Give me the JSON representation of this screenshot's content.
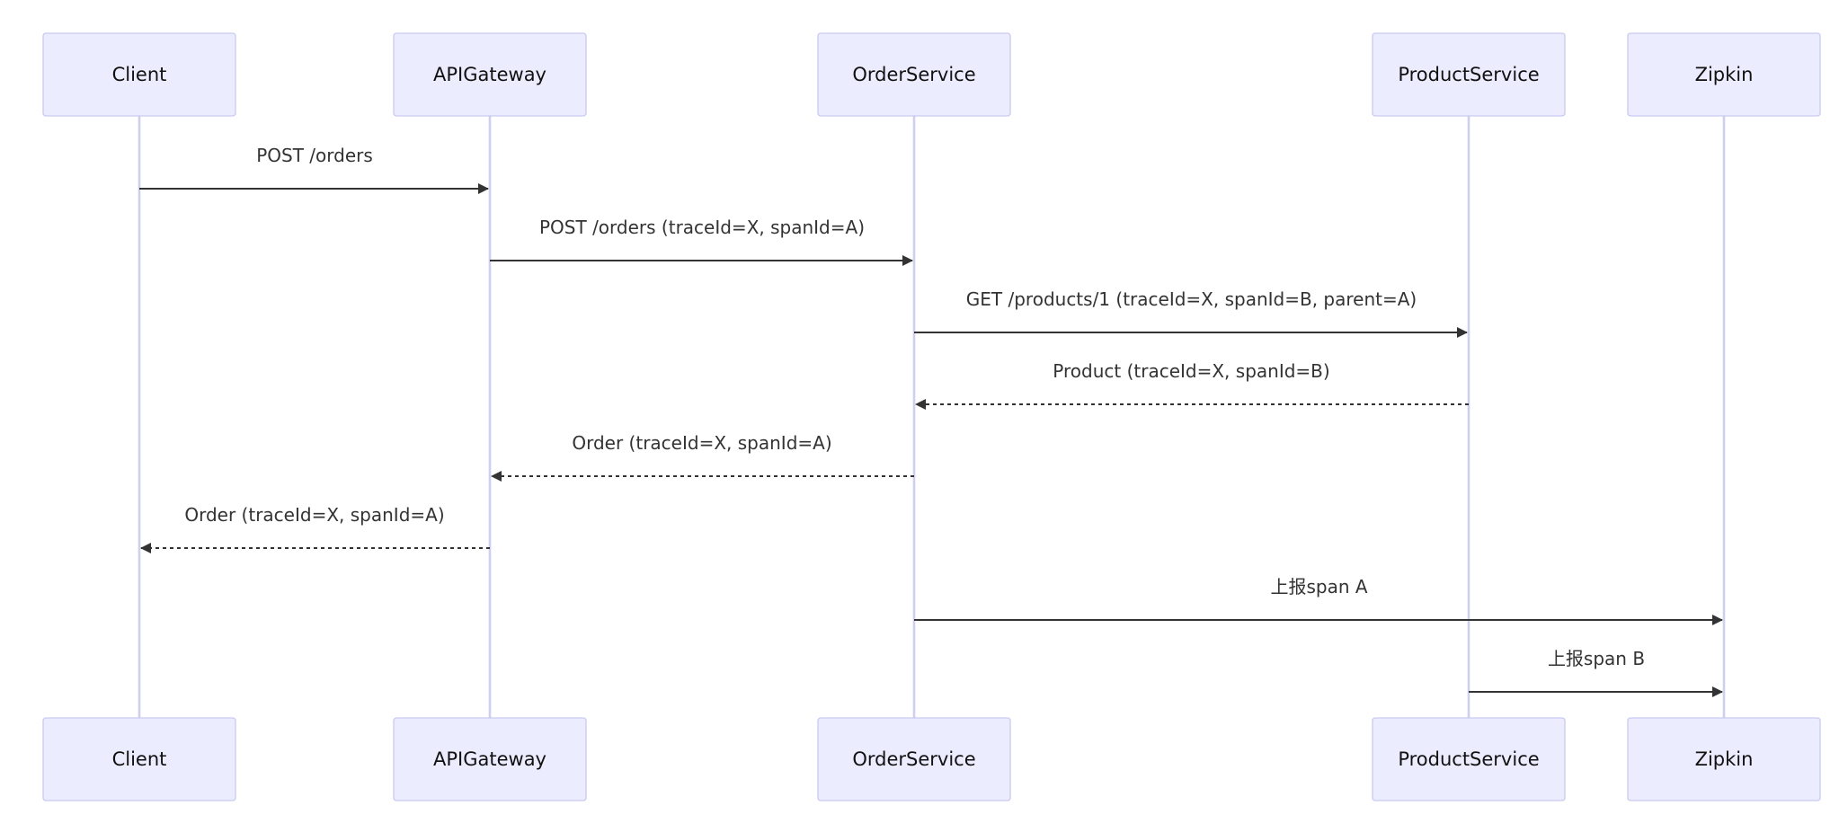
{
  "diagram": {
    "type": "sequence",
    "colors": {
      "actor_fill": "#ececff",
      "actor_border": "#c9c9f2",
      "lifeline": "#cfcfee",
      "message": "#333333"
    },
    "participants": [
      {
        "id": "Client",
        "label": "Client"
      },
      {
        "id": "APIGateway",
        "label": "APIGateway"
      },
      {
        "id": "OrderService",
        "label": "OrderService"
      },
      {
        "id": "ProductService",
        "label": "ProductService"
      },
      {
        "id": "Zipkin",
        "label": "Zipkin"
      }
    ],
    "messages": [
      {
        "from": "Client",
        "to": "APIGateway",
        "label": "POST /orders",
        "style": "solid"
      },
      {
        "from": "APIGateway",
        "to": "OrderService",
        "label": "POST /orders (traceId=X, spanId=A)",
        "style": "solid"
      },
      {
        "from": "OrderService",
        "to": "ProductService",
        "label": "GET /products/1 (traceId=X, spanId=B, parent=A)",
        "style": "solid"
      },
      {
        "from": "ProductService",
        "to": "OrderService",
        "label": "Product (traceId=X, spanId=B)",
        "style": "dashed"
      },
      {
        "from": "OrderService",
        "to": "APIGateway",
        "label": "Order (traceId=X, spanId=A)",
        "style": "dashed"
      },
      {
        "from": "APIGateway",
        "to": "Client",
        "label": "Order (traceId=X, spanId=A)",
        "style": "dashed"
      },
      {
        "from": "OrderService",
        "to": "Zipkin",
        "label": "上报span A",
        "style": "solid"
      },
      {
        "from": "ProductService",
        "to": "Zipkin",
        "label": "上报span B",
        "style": "solid"
      }
    ]
  }
}
